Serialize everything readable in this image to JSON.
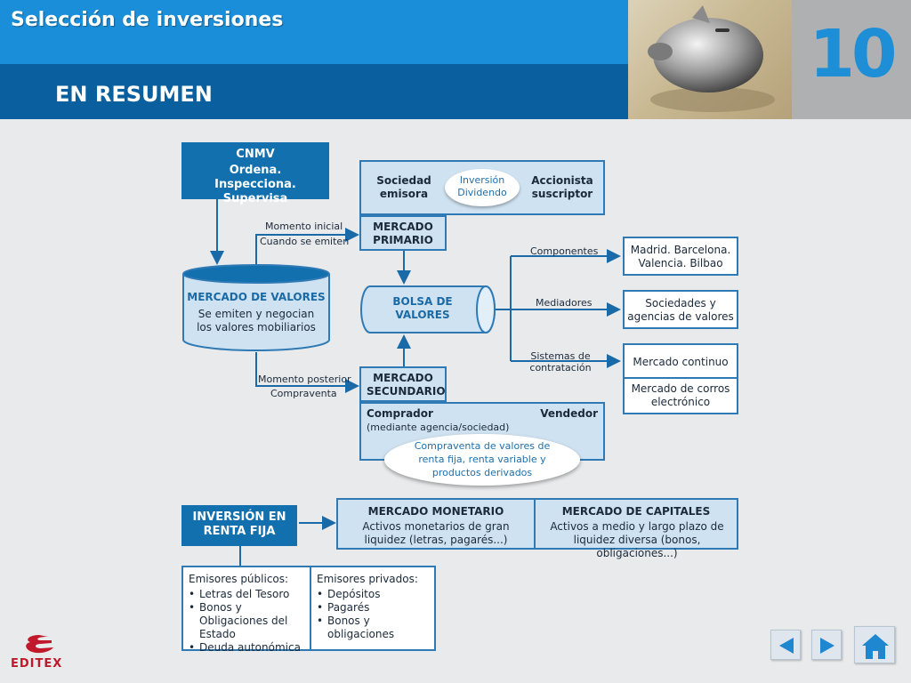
{
  "header": {
    "slide_title": "Selección de inversiones",
    "section_title": "EN RESUMEN",
    "chapter_number": "10"
  },
  "diagram": {
    "cnmv": {
      "title": "CNMV",
      "subtitle": "Ordena. Inspecciona. Supervisa"
    },
    "emission": {
      "left": "Sociedad emisora",
      "middle": "Inversión Dividendo",
      "right": "Accionista suscriptor"
    },
    "primary_market": "MERCADO PRIMARIO",
    "arrow_initial": {
      "line1": "Momento inicial",
      "line2": "Cuando se emiten"
    },
    "securities_market": {
      "title": "MERCADO DE VALORES",
      "body": "Se emiten y negocian los valores mobiliarios"
    },
    "stock_exchange": "BOLSA DE VALORES",
    "arrow_later": {
      "line1": "Momento posterior",
      "line2": "Compraventa"
    },
    "secondary_market": "MERCADO SECUNDARIO",
    "trade": {
      "buyer": "Comprador",
      "buyer_note": "(mediante agencia/sociedad)",
      "seller": "Vendedor",
      "oval": "Compraventa de valores de renta fija, renta variable y productos derivados"
    },
    "branches": {
      "components_label": "Componentes",
      "components_value": "Madrid. Barcelona. Valencia. Bilbao",
      "mediators_label": "Mediadores",
      "mediators_value": "Sociedades y agencias de valores",
      "systems_label": "Sistemas de contratación",
      "systems_value_1": "Mercado continuo",
      "systems_value_2": "Mercado de corros electrónico"
    },
    "fixed_income": {
      "title": "INVERSIÓN EN RENTA FIJA",
      "money_market_title": "MERCADO MONETARIO",
      "money_market_body": "Activos monetarios de gran liquidez (letras, pagarés...)",
      "capital_market_title": "MERCADO DE CAPITALES",
      "capital_market_body": "Activos a medio y largo plazo de liquidez diversa (bonos, obligaciones...)",
      "public_title": "Emisores públicos:",
      "public_items": [
        "Letras del Tesoro",
        "Bonos y Obligaciones del Estado",
        "Deuda autonómica"
      ],
      "private_title": "Emisores privados:",
      "private_items": [
        "Depósitos",
        "Pagarés",
        "Bonos y obligaciones"
      ]
    }
  },
  "footer": {
    "logo_text": "EDITEX",
    "prev_icon": "triangle-left",
    "next_icon": "triangle-right",
    "home_icon": "house"
  },
  "colors": {
    "primary": "#1170ad",
    "light_fill": "#cfe2f1",
    "header": "#1a8ed8",
    "chapter": "#1e8fd6"
  }
}
